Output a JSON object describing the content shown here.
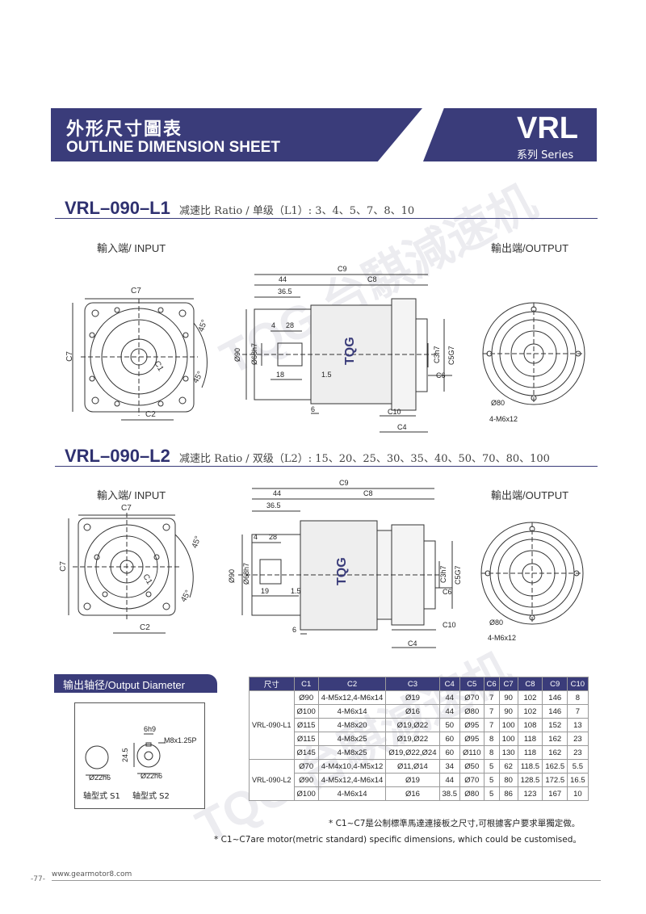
{
  "header": {
    "title_zh": "外形尺寸圖表",
    "title_en": "OUTLINE DIMENSION SHEET",
    "series_name": "VRL",
    "series_sub": "系列 Series",
    "brand_color": "#3a3c7a"
  },
  "watermark": {
    "text": "TQG 台騏減速机"
  },
  "section1": {
    "model": "VRL–090–L1",
    "ratio": "减速比 Ratio / 单级（L1）: 3、4、5、7、8、10",
    "input_label": "輸入端/ INPUT",
    "output_label": "輸出端/OUTPUT",
    "dims": {
      "c9": "C9",
      "c44": "44",
      "c8": "C8",
      "c365": "36.5",
      "c4": "4",
      "c28": "28",
      "c18": "18",
      "c15": "1.5",
      "c6": "6",
      "c10": "C10",
      "c4b": "C4",
      "c7": "C7",
      "c7v": "C7",
      "c2": "C2",
      "c1": "C1",
      "c3": "C3h7",
      "c5": "C5G7",
      "c6b": "C6",
      "d90": "Ø90",
      "d68": "Ø68h7",
      "a45a": "45°",
      "a45b": "45°",
      "d80": "Ø80",
      "m6": "4-M6x12",
      "logo": "TQG"
    }
  },
  "section2": {
    "model": "VRL–090–L2",
    "ratio": "减速比 Ratio / 双级（L2）: 15、20、25、30、35、40、50、70、80、100",
    "input_label": "輸入端/ INPUT",
    "output_label": "輸出端/OUTPUT",
    "dims": {
      "c9": "C9",
      "c44": "44",
      "c8": "C8",
      "c365": "36.5",
      "c4": "4",
      "c28": "28",
      "c19": "19",
      "c15": "1.5",
      "c6": "6",
      "c10": "C10",
      "c4b": "C4",
      "c7": "C7",
      "c7v": "C7",
      "c2": "C2",
      "c1": "C1",
      "c3": "C3h7",
      "c5": "C5G7",
      "c6b": "C6",
      "d90": "Ø90",
      "d68": "Ø68h7",
      "a45a": "45°",
      "a45b": "45°",
      "d80": "Ø80",
      "m6": "4-M6x12",
      "logo": "TQG"
    }
  },
  "output_diameter": {
    "title": "输出轴径/Output Diameter",
    "s1_label": "轴型式 S1",
    "s2_label": "轴型式 S2",
    "d22a": "Ø22h6",
    "d22b": "Ø22h6",
    "key": "6h9",
    "m8": "M8x1.25P",
    "h245": "24.5"
  },
  "table": {
    "headers": [
      "尺寸",
      "C1",
      "C2",
      "C3",
      "C4",
      "C5",
      "C6",
      "C7",
      "C8",
      "C9",
      "C10"
    ],
    "groups": [
      {
        "model": "VRL-090-L1",
        "rows": [
          [
            "Ø90",
            "4-M5x12,4-M6x14",
            "Ø19",
            "44",
            "Ø70",
            "7",
            "90",
            "102",
            "146",
            "8"
          ],
          [
            "Ø100",
            "4-M6x14",
            "Ø16",
            "44",
            "Ø80",
            "7",
            "90",
            "102",
            "146",
            "7"
          ],
          [
            "Ø115",
            "4-M8x20",
            "Ø19,Ø22",
            "50",
            "Ø95",
            "7",
            "100",
            "108",
            "152",
            "13"
          ],
          [
            "Ø115",
            "4-M8x25",
            "Ø19,Ø22",
            "60",
            "Ø95",
            "8",
            "100",
            "118",
            "162",
            "23"
          ],
          [
            "Ø145",
            "4-M8x25",
            "Ø19,Ø22,Ø24",
            "60",
            "Ø110",
            "8",
            "130",
            "118",
            "162",
            "23"
          ]
        ]
      },
      {
        "model": "VRL-090-L2",
        "rows": [
          [
            "Ø70",
            "4-M4x10,4-M5x12",
            "Ø11,Ø14",
            "34",
            "Ø50",
            "5",
            "62",
            "118.5",
            "162.5",
            "5.5"
          ],
          [
            "Ø90",
            "4-M5x12,4-M6x14",
            "Ø19",
            "44",
            "Ø70",
            "5",
            "80",
            "128.5",
            "172.5",
            "16.5"
          ],
          [
            "Ø100",
            "4-M6x14",
            "Ø16",
            "38.5",
            "Ø80",
            "5",
            "86",
            "123",
            "167",
            "10"
          ]
        ]
      }
    ]
  },
  "notes": {
    "zh": "* C1~C7是公制標準馬達連接板之尺寸,可根據客户要求單獨定做。",
    "en": "* C1~C7are motor(metric standard) specific dimensions, which could be customised。"
  },
  "footer": {
    "page": "-77-",
    "url": "www.gearmotor8.com"
  }
}
